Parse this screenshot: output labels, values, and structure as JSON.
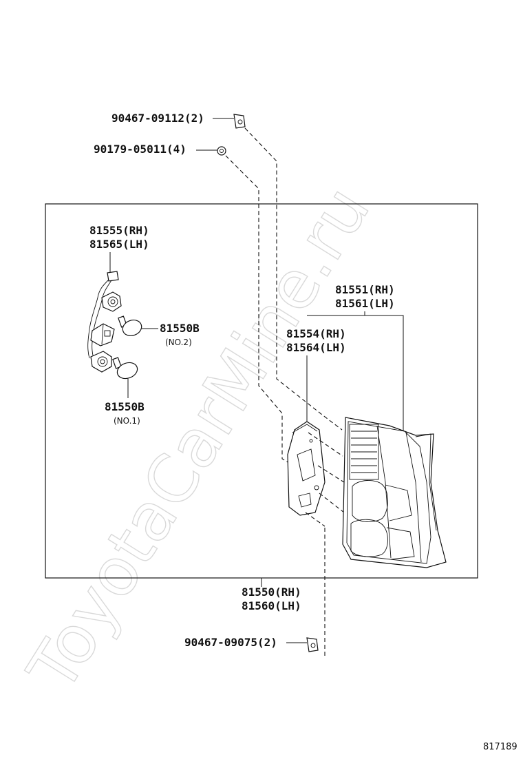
{
  "watermark": "ToyotaCarMine.ru",
  "figure_number": "817189",
  "parts": {
    "clip_top": "90467-09112(2)",
    "nut": "90179-05011(4)",
    "socket_wire_rh": "81555(RH)",
    "socket_wire_lh": "81565(LH)",
    "bulb_2": "81550B",
    "bulb_2_note": "(NO.2)",
    "bulb_1": "81550B",
    "bulb_1_note": "(NO.1)",
    "lens_body_rh": "81551(RH)",
    "lens_body_lh": "81561(LH)",
    "gasket_rh": "81554(RH)",
    "gasket_lh": "81564(LH)",
    "lamp_assy_rh": "81550(RH)",
    "lamp_assy_lh": "81560(LH)",
    "clip_bottom": "90467-09075(2)"
  }
}
